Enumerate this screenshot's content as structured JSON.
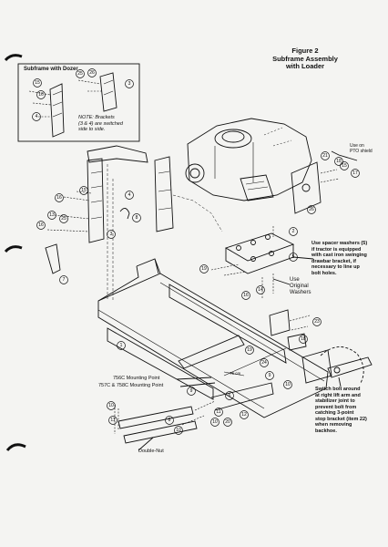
{
  "figure": {
    "number": "Figure 2",
    "title_line1": "Subframe Assembly",
    "title_line2": "with Loader"
  },
  "inset": {
    "title": "Subframe with Dozer",
    "note_line1": "NOTE: Brackets",
    "note_line2": "(3 & 4) are switched",
    "note_line3": "side to side."
  },
  "callouts": {
    "pto_shield_line1": "Use on",
    "pto_shield_line2": "PTO shield",
    "spacer_line1": "Use spacer washers (5)",
    "spacer_line2": "if tractor is equipped",
    "spacer_line3": "with cast iron swinging",
    "spacer_line4": "drawbar bracket, if",
    "spacer_line5": "necessary to line up",
    "spacer_line6": "bolt holes.",
    "original_line1": "Use",
    "original_line2": "Original",
    "original_line3": "Washers",
    "mount_756c": "756C Mounting Point",
    "mount_757c": "757C & 758C Mounting Point",
    "double_nut": "Double-Nut",
    "dim_label": "75 cm",
    "switch_line1": "Switch bolt around",
    "switch_line2": "at right lift arm and",
    "switch_line3": "stabilizer joint to",
    "switch_line4": "prevent bolt from",
    "switch_line5": "catching 3-point",
    "switch_line6": "stop bracket (item 22)",
    "switch_line7": "when removing",
    "switch_line8": "backhoe."
  },
  "item_numbers": {
    "n1": "1",
    "n2": "2",
    "n3": "3",
    "n4": "4",
    "n5": "5",
    "n6": "6",
    "n7": "7",
    "n8": "8",
    "n9": "9",
    "n10": "10",
    "n11": "11",
    "n12": "12",
    "n13": "13",
    "n14": "14",
    "n15": "15",
    "n16": "16",
    "n17": "17",
    "n18": "18",
    "n19": "19",
    "n20": "20",
    "n21": "21",
    "n22": "22",
    "n23": "23",
    "n24": "24",
    "n25": "25",
    "n26": "26",
    "n28": "28"
  }
}
